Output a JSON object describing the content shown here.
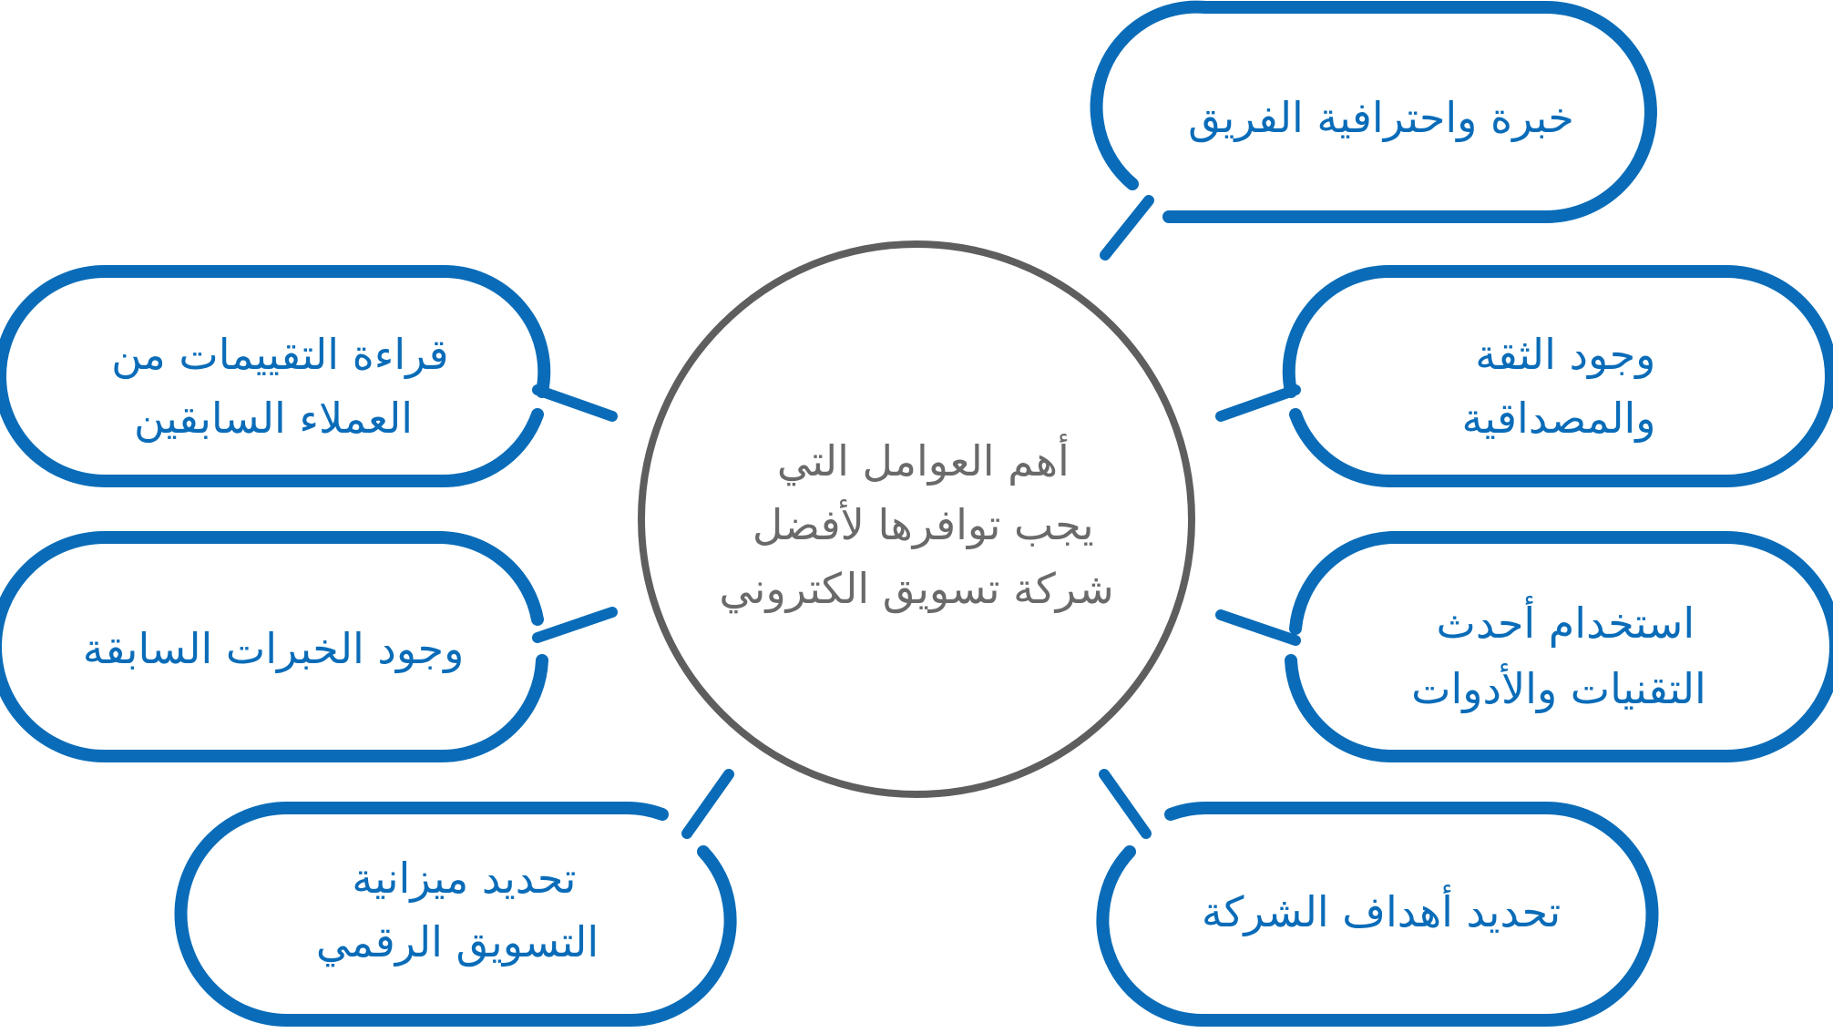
{
  "colors": {
    "accent": "#0a6cb8",
    "center_ring": "#5e5e5e",
    "center_text": "#6a6a6a",
    "background": "#ffffff"
  },
  "center": {
    "lines": [
      "أهم العوامل التي",
      "يجب توافرها لأفضل",
      "شركة تسويق الكتروني"
    ]
  },
  "factors": [
    {
      "id": "team-expertise",
      "lines": [
        "خبرة واحترافية الفريق"
      ]
    },
    {
      "id": "trust-credibility",
      "lines": [
        "وجود الثقة",
        "والمصداقية"
      ]
    },
    {
      "id": "latest-tech",
      "lines": [
        "استخدام أحدث",
        "التقنيات والأدوات"
      ]
    },
    {
      "id": "company-goals",
      "lines": [
        "تحديد أهداف الشركة"
      ]
    },
    {
      "id": "client-reviews",
      "lines": [
        "قراءة التقييمات من",
        "العملاء السابقين"
      ]
    },
    {
      "id": "previous-experience",
      "lines": [
        "وجود الخبرات السابقة"
      ]
    },
    {
      "id": "marketing-budget",
      "lines": [
        "تحديد ميزانية",
        "التسويق الرقمي"
      ]
    }
  ]
}
